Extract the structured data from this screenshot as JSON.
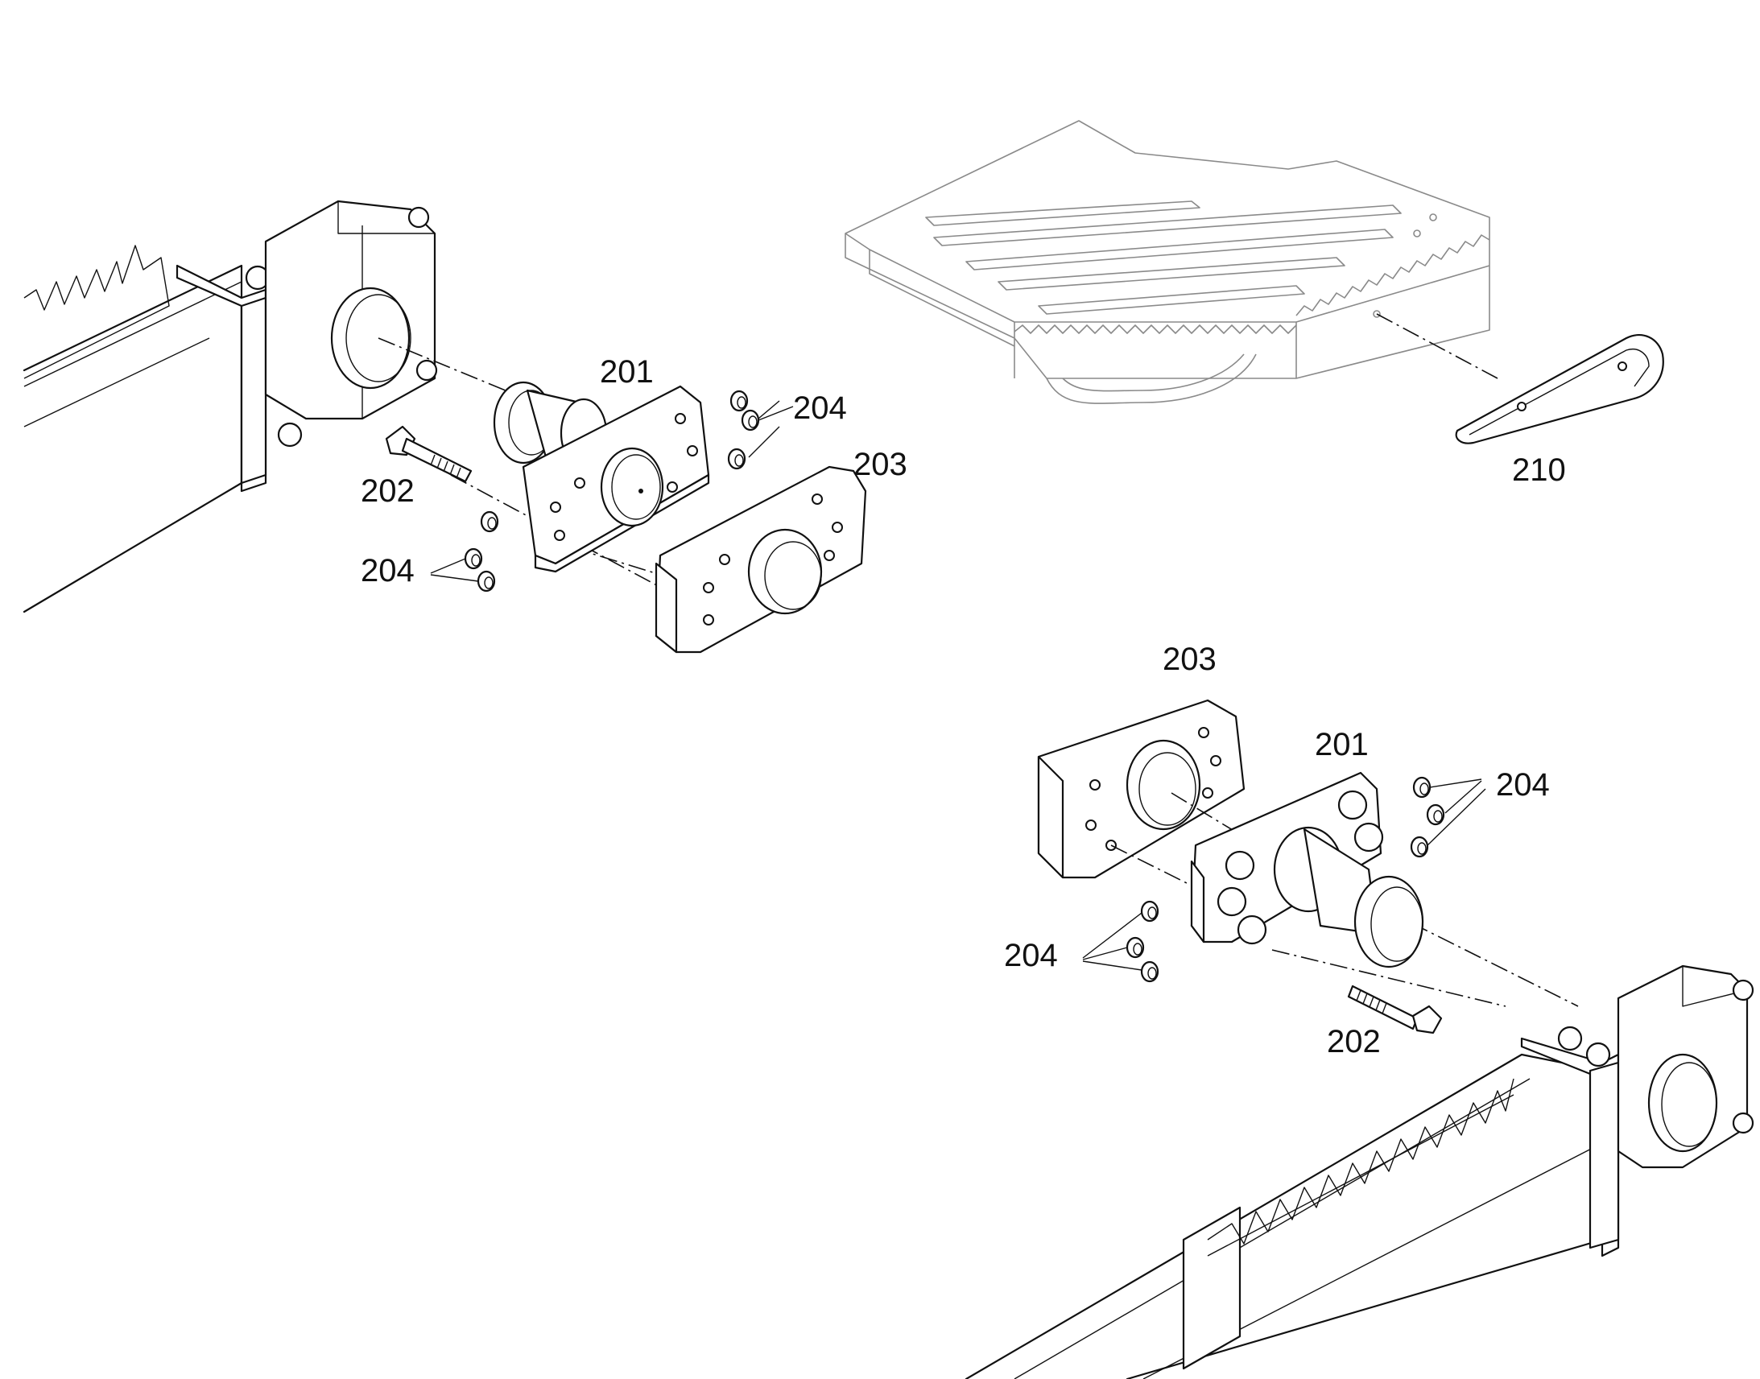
{
  "callouts": {
    "tl_201": "201",
    "tl_202": "202",
    "tl_203": "203",
    "tl_204_top": "204",
    "tl_204_bottom": "204",
    "step_210": "210",
    "br_203": "203",
    "br_201": "201",
    "br_204_top": "204",
    "br_204_bottom": "204",
    "br_202": "202"
  }
}
